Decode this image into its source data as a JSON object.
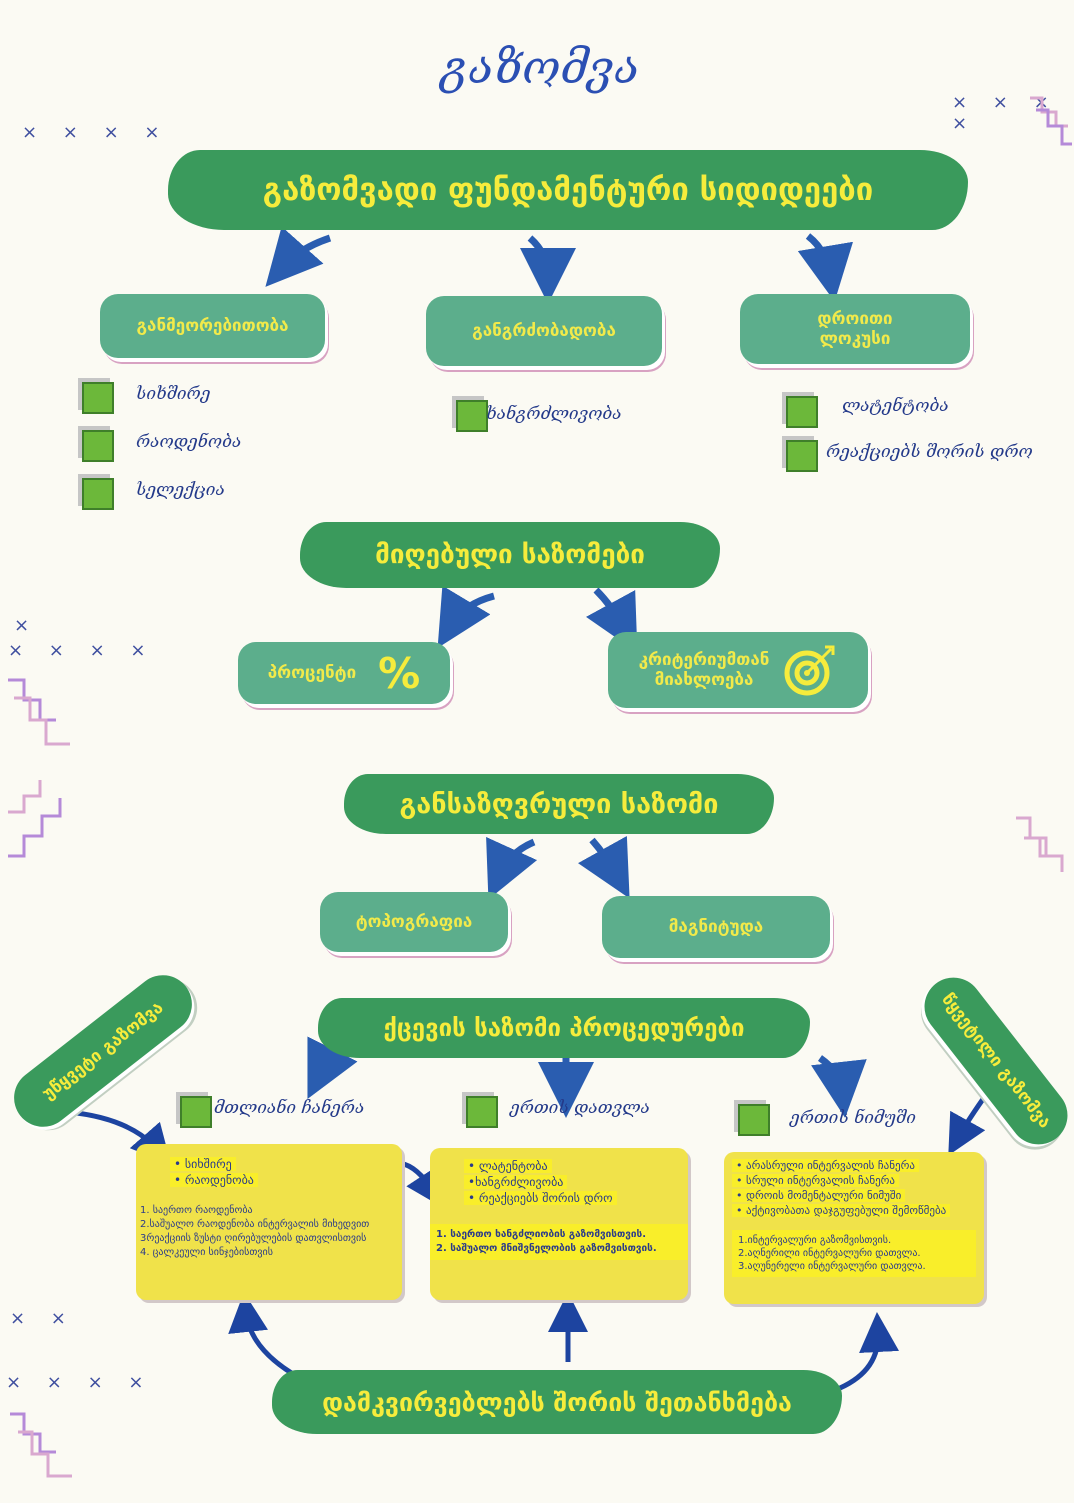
{
  "title": "გაზომვა",
  "main_header": "გაზომვადი ფუნდამენტური სიდიდეები",
  "categories": [
    {
      "label": "განმეორებითობა",
      "items": [
        "სიხშირე",
        "რაოდენობა",
        "სელექცია"
      ]
    },
    {
      "label": "განგრძობადობა",
      "items": [
        "ხანგრძლივობა"
      ]
    },
    {
      "label_line1": "დროითი",
      "label_line2": "ლოკუსი",
      "items": [
        "ლატენტობა",
        "რეაქციებს შორის დრო"
      ]
    }
  ],
  "derived_header": "მიღებული საზომები",
  "derived": {
    "percent_label": "პროცენტი",
    "percent_symbol": "%",
    "criterion_line1": "კრიტერიუმთან",
    "criterion_line2": "მიახლოება"
  },
  "defined_header": "განსაზღვრული საზომი",
  "defined": {
    "topography": "ტოპოგრაფია",
    "magnitude": "მაგნიტუდა"
  },
  "procedures_header": "ქცევის საზომი პროცედურები",
  "side_left": "უწყვეტი გაზომვა",
  "side_right": "წყვეტილი გაზომვა",
  "procedures": [
    {
      "label": "მთლიანი ჩანერა",
      "bullets": [
        "სიხშირე",
        "რაოდენობა"
      ],
      "notes": [
        "1. საერთო რაოდენობა",
        "2.საშუალო რაოდენობა ინტერვალის მიხედვით",
        "3რეაქციის ზუსტი ღირებულების დათვლისთვის",
        "4. ცალკეული სინჯებისთვის"
      ]
    },
    {
      "label": "ერთის დათვლა",
      "bullets": [
        "ლატენტობა",
        "•ხანგრძლივობა",
        "რეაქციებს შორის დრო"
      ],
      "notes": [
        "1. საერთო ხანგძლიობის გაზომვისთვის.",
        "2. საშუალო მნიშვნელობის გაზომვისთვის."
      ]
    },
    {
      "label": "ერთის ნიმუში",
      "bullets": [
        "არასრული ინტერვალის ჩანერა",
        "სრული ინტერვალის ჩანერა",
        "დროის მომენტალური ნიმუში",
        "აქტივობათა დაჯგუფებული შემოწმება"
      ],
      "notes": [
        "1.ინტერვალური გაზომვისთვის.",
        "2.აღნერილი ინტერვალური დათვლა.",
        "3.აღუნერელი ინტერვალური დათვლა."
      ]
    }
  ],
  "footer": "დამკვირვებლებს შორის შეთანხმება",
  "decor": {
    "crosses4": "× × × ×",
    "crosses2": "× ×",
    "crosses1": "×"
  },
  "colors": {
    "green": "#3a9a5c",
    "teal": "#5cae8c",
    "yellow": "#f6ec3c",
    "blue": "#2b4fb3",
    "panel": "#f0e24a"
  }
}
